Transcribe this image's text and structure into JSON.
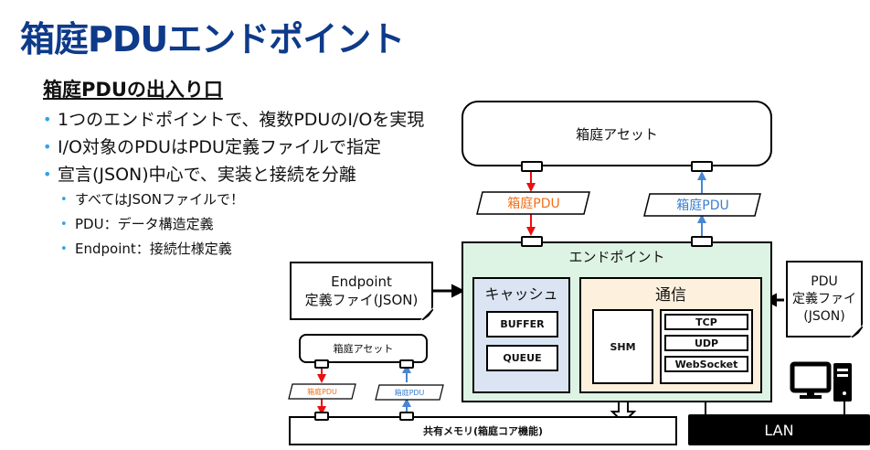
{
  "title": "箱庭PDUエンドポイント",
  "subtitle": "箱庭PDUの出入り口",
  "bullets": [
    "1つのエンドポイントで、複数PDUのI/Oを実現",
    "I/O対象のPDUはPDU定義ファイルで指定",
    "宣言(JSON)中心で、実装と接続を分離"
  ],
  "sub_bullets": [
    "すべてはJSONファイルで！",
    "PDU：データ構造定義",
    "Endpoint：接続仕様定義"
  ],
  "diagram": {
    "asset_main": "箱庭アセット",
    "pdu_out": "箱庭PDU",
    "pdu_in": "箱庭PDU",
    "endpoint": "エンドポイント",
    "cache": {
      "label": "キャッシュ",
      "items": [
        "BUFFER",
        "QUEUE"
      ]
    },
    "comm": {
      "label": "通信",
      "shm": "SHM",
      "protocols": [
        "TCP",
        "UDP",
        "WebSocket"
      ]
    },
    "endpoint_def": {
      "line1": "Endpoint",
      "line2": "定義ファイ(JSON)"
    },
    "pdu_def": {
      "line1": "PDU",
      "line2": "定義ファイ",
      "line3": "(JSON)"
    },
    "asset_small": "箱庭アセット",
    "pdu_small_out": "箱庭PDU",
    "pdu_small_in": "箱庭PDU",
    "shared_memory": "共有メモリ(箱庭コア機能)",
    "lan": "LAN"
  },
  "colors": {
    "title": "#0e3a8a",
    "bullet": "#2fa3e6",
    "pdu_out": "#f07018",
    "pdu_in": "#3b7fd0",
    "arrow_red": "#e81010",
    "arrow_blue": "#4a86d0",
    "endpoint_bg": "#ddf3e4",
    "cache_bg": "#dae4f3",
    "comm_bg": "#fdf0dc"
  }
}
